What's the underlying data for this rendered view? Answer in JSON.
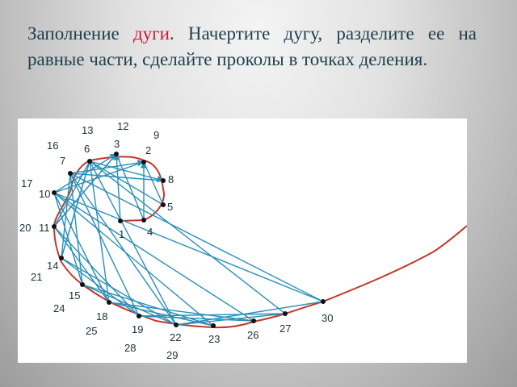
{
  "heading": {
    "before": "Заполнение ",
    "highlight": "дуги",
    "after": ". Начертите дугу, разделите ее на равные части, сделайте проколы в точках деления."
  },
  "figure": {
    "colors": {
      "arc": "#c0392b",
      "thread": "#2b8fb8",
      "dot": "#111111"
    },
    "point_labels": [
      "1",
      "2",
      "3",
      "4",
      "5",
      "6",
      "7",
      "8",
      "9",
      "10",
      "11",
      "12",
      "13",
      "14",
      "15",
      "16",
      "17",
      "18",
      "19",
      "20",
      "21",
      "22",
      "23",
      "24",
      "25",
      "26",
      "27",
      "28",
      "29",
      "30"
    ]
  }
}
